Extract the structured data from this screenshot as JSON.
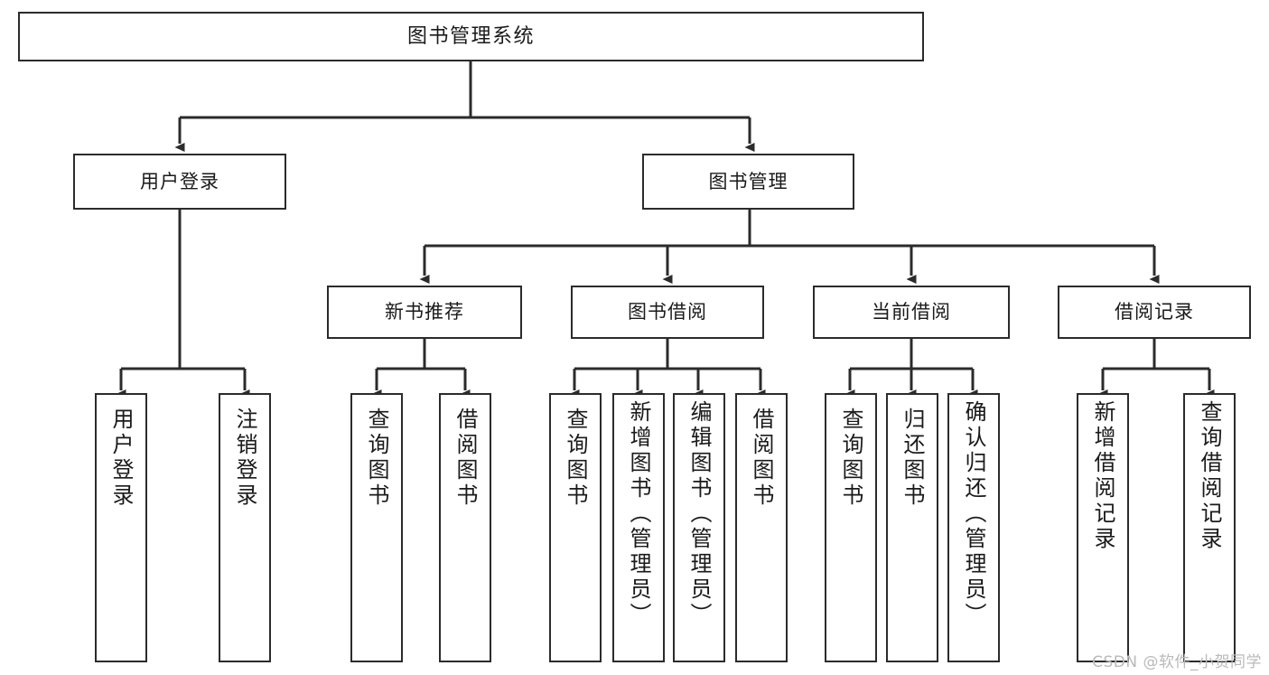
{
  "diagram": {
    "title": "图书管理系统",
    "type": "hierarchy-tree",
    "watermark": "CSDN @软件_小贺同学",
    "colors": {
      "background": "#ffffff",
      "box_border": "#2b2b2b",
      "box_fill": "#ffffff",
      "text": "#1a1a1a",
      "connector": "#2b2b2b",
      "watermark": "#b9b9b9"
    },
    "levels": {
      "root": {
        "label": "图书管理系统"
      },
      "level1": [
        {
          "label": "用户登录"
        },
        {
          "label": "图书管理"
        }
      ],
      "level2": [
        {
          "label": "新书推荐",
          "parent": "图书管理"
        },
        {
          "label": "图书借阅",
          "parent": "图书管理"
        },
        {
          "label": "当前借阅",
          "parent": "图书管理"
        },
        {
          "label": "借阅记录",
          "parent": "图书管理"
        }
      ],
      "leaves": [
        {
          "label": "用户登录",
          "parent": "用户登录"
        },
        {
          "label": "注销登录",
          "parent": "用户登录"
        },
        {
          "label": "查询图书",
          "parent": "新书推荐"
        },
        {
          "label": "借阅图书",
          "parent": "新书推荐"
        },
        {
          "label": "查询图书",
          "parent": "图书借阅"
        },
        {
          "label": "新增图书（管理员）",
          "parent": "图书借阅"
        },
        {
          "label": "编辑图书（管理员）",
          "parent": "图书借阅"
        },
        {
          "label": "借阅图书",
          "parent": "图书借阅"
        },
        {
          "label": "查询图书",
          "parent": "当前借阅"
        },
        {
          "label": "归还图书",
          "parent": "当前借阅"
        },
        {
          "label": "确认归还（管理员）",
          "parent": "当前借阅"
        },
        {
          "label": "新增借阅记录",
          "parent": "借阅记录"
        },
        {
          "label": "查询借阅记录",
          "parent": "借阅记录"
        }
      ]
    }
  }
}
